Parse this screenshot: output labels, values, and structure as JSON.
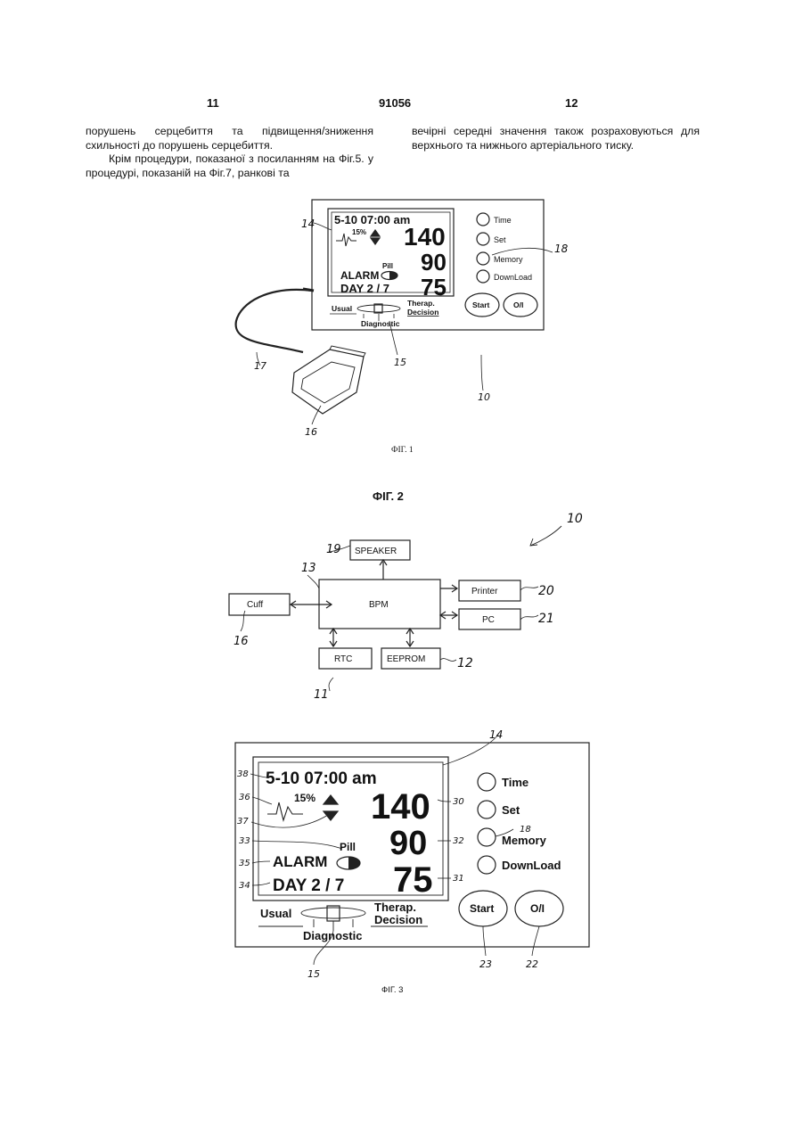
{
  "header": {
    "page_left": "11",
    "patent_number": "91056",
    "page_right": "12"
  },
  "text": {
    "left_col_line1": "порушень серцебиття та підвищення/зниження схильності до порушень серцебиття.",
    "left_col_para2": "Крім процедури, показаної з посиланням на Фіг.5. у процедурі, показаній на Фіг.7, ранкові та",
    "right_col": "вечірні середні значення також розраховуються для верхнього та нижнього артеріального тиску."
  },
  "fig1": {
    "caption": "ФІГ. 1",
    "datetime": "5-10  07:00 am",
    "percent": "15%",
    "systolic": "140",
    "diastolic": "90",
    "pulse": "75",
    "pill": "Pill",
    "alarm": "ALARM",
    "day": "DAY  2 / 7",
    "buttons": [
      "Time",
      "Set",
      "Memory",
      "DownLoad"
    ],
    "start": "Start",
    "onoff": "O/I",
    "usual": "Usual",
    "therap": "Therap.",
    "decision": "Decision",
    "diagnostic": "Diagnostic",
    "refs": {
      "r14": "14",
      "r18": "18",
      "r17": "17",
      "r15": "15",
      "r10": "10",
      "r16": "16"
    }
  },
  "fig2": {
    "caption": "ФІГ. 2",
    "speaker": "SPEAKER",
    "bpm": "BPM",
    "cuff": "Cuff",
    "printer": "Printer",
    "pc": "PC",
    "rtc": "RTC",
    "eeprom": "EEPROM",
    "refs": {
      "r19": "19",
      "r13": "13",
      "r10": "10",
      "r20": "20",
      "r21": "21",
      "r16": "16",
      "r12": "12",
      "r11": "11"
    }
  },
  "fig3": {
    "caption": "ФІГ. 3",
    "datetime": "5-10  07:00 am",
    "percent": "15%",
    "systolic": "140",
    "diastolic": "90",
    "pulse": "75",
    "pill": "Pill",
    "alarm": "ALARM",
    "day": "DAY  2 / 7",
    "buttons": [
      "Time",
      "Set",
      "Memory",
      "DownLoad"
    ],
    "start": "Start",
    "onoff": "O/I",
    "usual": "Usual",
    "therap": "Therap.",
    "decision": "Decision",
    "diagnostic": "Diagnostic",
    "refs": {
      "r14": "14",
      "r38": "38",
      "r36": "36",
      "r37": "37",
      "r33": "33",
      "r35": "35",
      "r34": "34",
      "r30": "30",
      "r32": "32",
      "r31": "31",
      "r18": "18",
      "r15": "15",
      "r23": "23",
      "r22": "22"
    }
  }
}
